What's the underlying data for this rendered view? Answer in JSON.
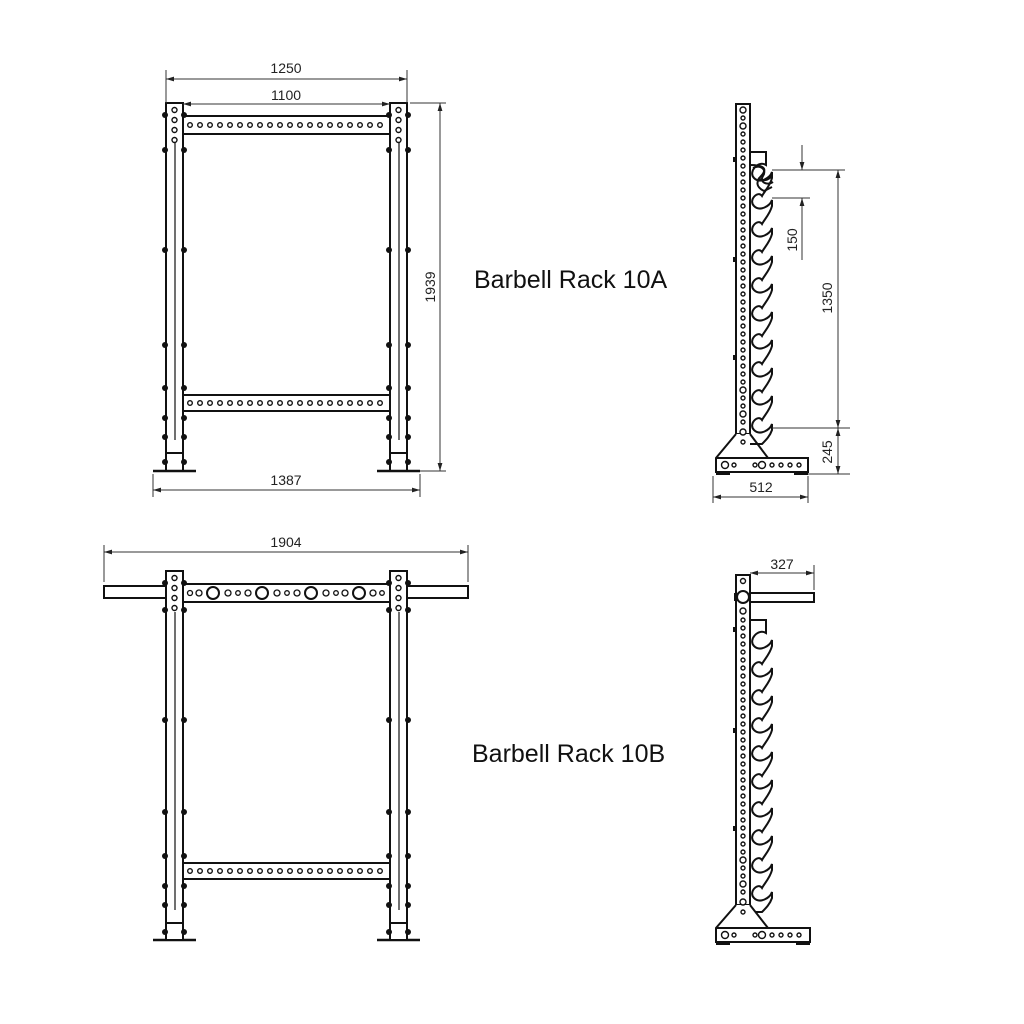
{
  "diagram": {
    "colors": {
      "line": "#111111",
      "dimension": "#333333",
      "background": "#ffffff"
    },
    "rack_10a": {
      "label": "Barbell Rack 10A",
      "front_view": {
        "dimensions": {
          "outer_width": "1250",
          "inner_width": "1100",
          "height": "1939",
          "base_width": "1387"
        }
      },
      "side_view": {
        "dimensions": {
          "hook_spacing": "150",
          "hook_span": "1350",
          "lowest_hook_height": "245",
          "base_depth": "512"
        },
        "hook_count": 10
      }
    },
    "rack_10b": {
      "label": "Barbell Rack 10B",
      "front_view": {
        "dimensions": {
          "overall_width_with_bar": "1904"
        },
        "plate_holders": 4
      },
      "side_view": {
        "dimensions": {
          "bar_extension": "327"
        },
        "hook_count": 10
      }
    }
  }
}
